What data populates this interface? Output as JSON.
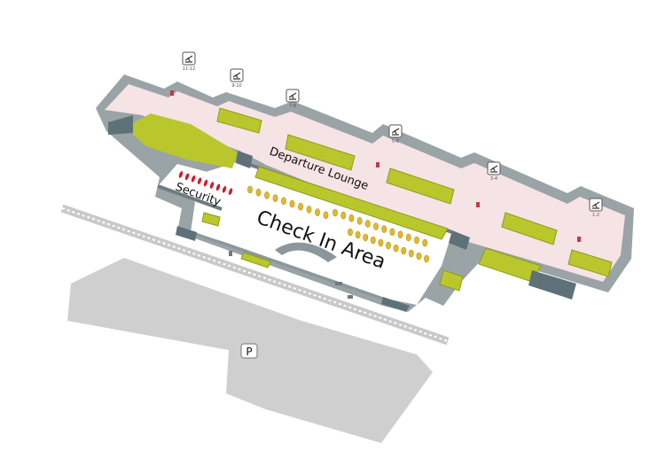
{
  "map": {
    "labels": {
      "departure_lounge": "Departure Lounge",
      "security": "Security",
      "check_in_area": "Check In Area",
      "parking": "P"
    },
    "gates": [
      {
        "code": "11-12",
        "icon": "airplane-departure-icon"
      },
      {
        "code": "9-10",
        "icon": "airplane-departure-icon"
      },
      {
        "code": "7-8",
        "icon": "airplane-departure-icon"
      },
      {
        "code": "5-6",
        "icon": "airplane-departure-icon"
      },
      {
        "code": "3-4",
        "icon": "airplane-departure-icon"
      },
      {
        "code": "1-2",
        "icon": "airplane-departure-icon"
      }
    ],
    "colors": {
      "walls": "#9aa3a6",
      "wall_dark": "#6f7b80",
      "floor_lounge": "#f6e3e6",
      "floor_checkin": "#ffffff",
      "shops": "#b9c72d",
      "shops_dark": "#8f9c18",
      "services": "#5f7178",
      "security_lanes": "#d51a2c",
      "checkin_desks": "#e5b82a",
      "parking": "#cfcfcf",
      "road": "#c9c9c9"
    }
  }
}
